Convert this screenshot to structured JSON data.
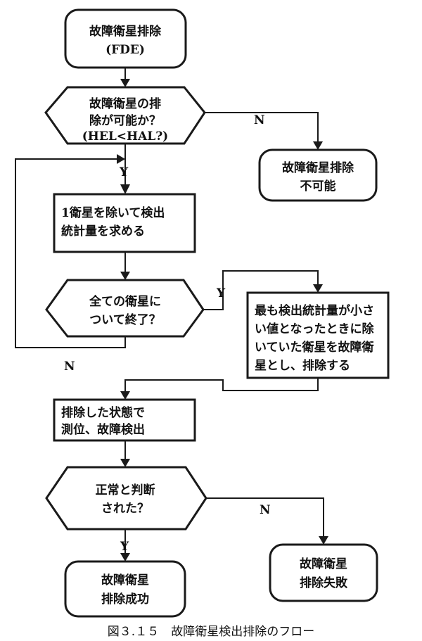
{
  "flow": {
    "start": {
      "line1": "故障衛星排除",
      "line2": "(FDE)"
    },
    "decision_possible": {
      "line1": "故障衛星の排",
      "line2": "除が可能か？",
      "line3": "(HEL<HAL?)"
    },
    "impossible": {
      "line1": "故障衛星排除",
      "line2": "不可能"
    },
    "compute": {
      "line1": "1衛星を除いて検出",
      "line2": "統計量を求める"
    },
    "decision_all": {
      "line1": "全ての衛星に",
      "line2": "ついて終了？"
    },
    "select": {
      "line1": "最も検出統計量が小さ",
      "line2": "い値となったときに除",
      "line3": "いていた衛星を故障衛",
      "line4": "星とし、排除する"
    },
    "position": {
      "line1": "排除した状態で",
      "line2": "測位、故障検出"
    },
    "decision_normal": {
      "line1": "正常と判断",
      "line2": "された？"
    },
    "success": {
      "line1": "故障衛星",
      "line2": "排除成功"
    },
    "failure": {
      "line1": "故障衛星",
      "line2": "排除失敗"
    }
  },
  "branch_labels": {
    "possible_no": "N",
    "possible_yes": "Y",
    "all_yes": "Y",
    "all_no": "N",
    "normal_no": "N",
    "normal_yes": "Y"
  },
  "caption": "図３.１５　故障衛星検出排除のフロー"
}
